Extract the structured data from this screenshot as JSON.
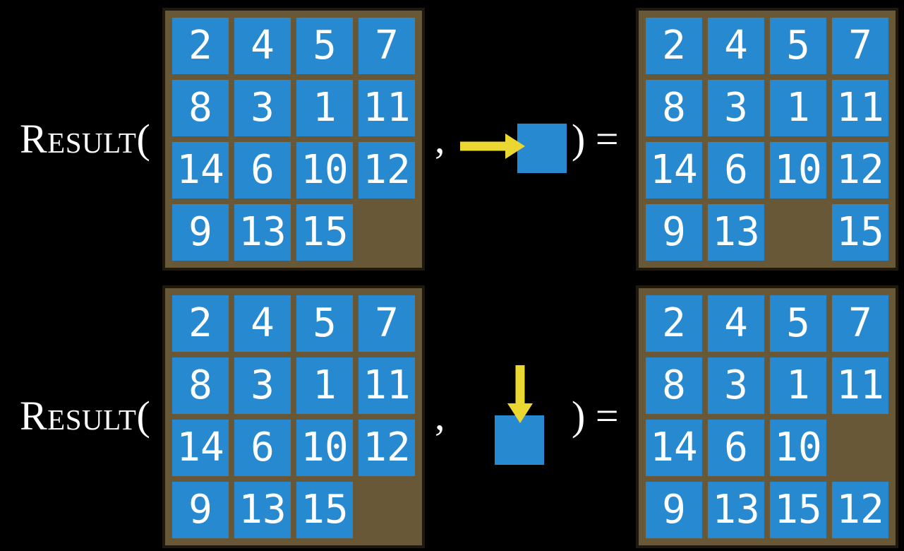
{
  "colors": {
    "background": "#000000",
    "board_frame": "#695838",
    "board_outline": "#1e180f",
    "tile_blue": "#2789cf",
    "tile_text": "#ffffff",
    "arrow_yellow": "#ebd732",
    "label_text": "#ffffff"
  },
  "rows": [
    {
      "label": "Result(",
      "comma": ",",
      "close_equals": ") =",
      "action": {
        "type": "slide-right",
        "icon": "right-arrow"
      },
      "input_board": [
        [
          "2",
          "4",
          "5",
          "7"
        ],
        [
          "8",
          "3",
          "1",
          "11"
        ],
        [
          "14",
          "6",
          "10",
          "12"
        ],
        [
          "9",
          "13",
          "15",
          ""
        ]
      ],
      "output_board": [
        [
          "2",
          "4",
          "5",
          "7"
        ],
        [
          "8",
          "3",
          "1",
          "11"
        ],
        [
          "14",
          "6",
          "10",
          "12"
        ],
        [
          "9",
          "13",
          "",
          "15"
        ]
      ]
    },
    {
      "label": "Result(",
      "comma": ",",
      "close_equals": ") =",
      "action": {
        "type": "slide-down",
        "icon": "down-arrow"
      },
      "input_board": [
        [
          "2",
          "4",
          "5",
          "7"
        ],
        [
          "8",
          "3",
          "1",
          "11"
        ],
        [
          "14",
          "6",
          "10",
          "12"
        ],
        [
          "9",
          "13",
          "15",
          ""
        ]
      ],
      "output_board": [
        [
          "2",
          "4",
          "5",
          "7"
        ],
        [
          "8",
          "3",
          "1",
          "11"
        ],
        [
          "14",
          "6",
          "10",
          ""
        ],
        [
          "9",
          "13",
          "15",
          "12"
        ]
      ]
    }
  ]
}
